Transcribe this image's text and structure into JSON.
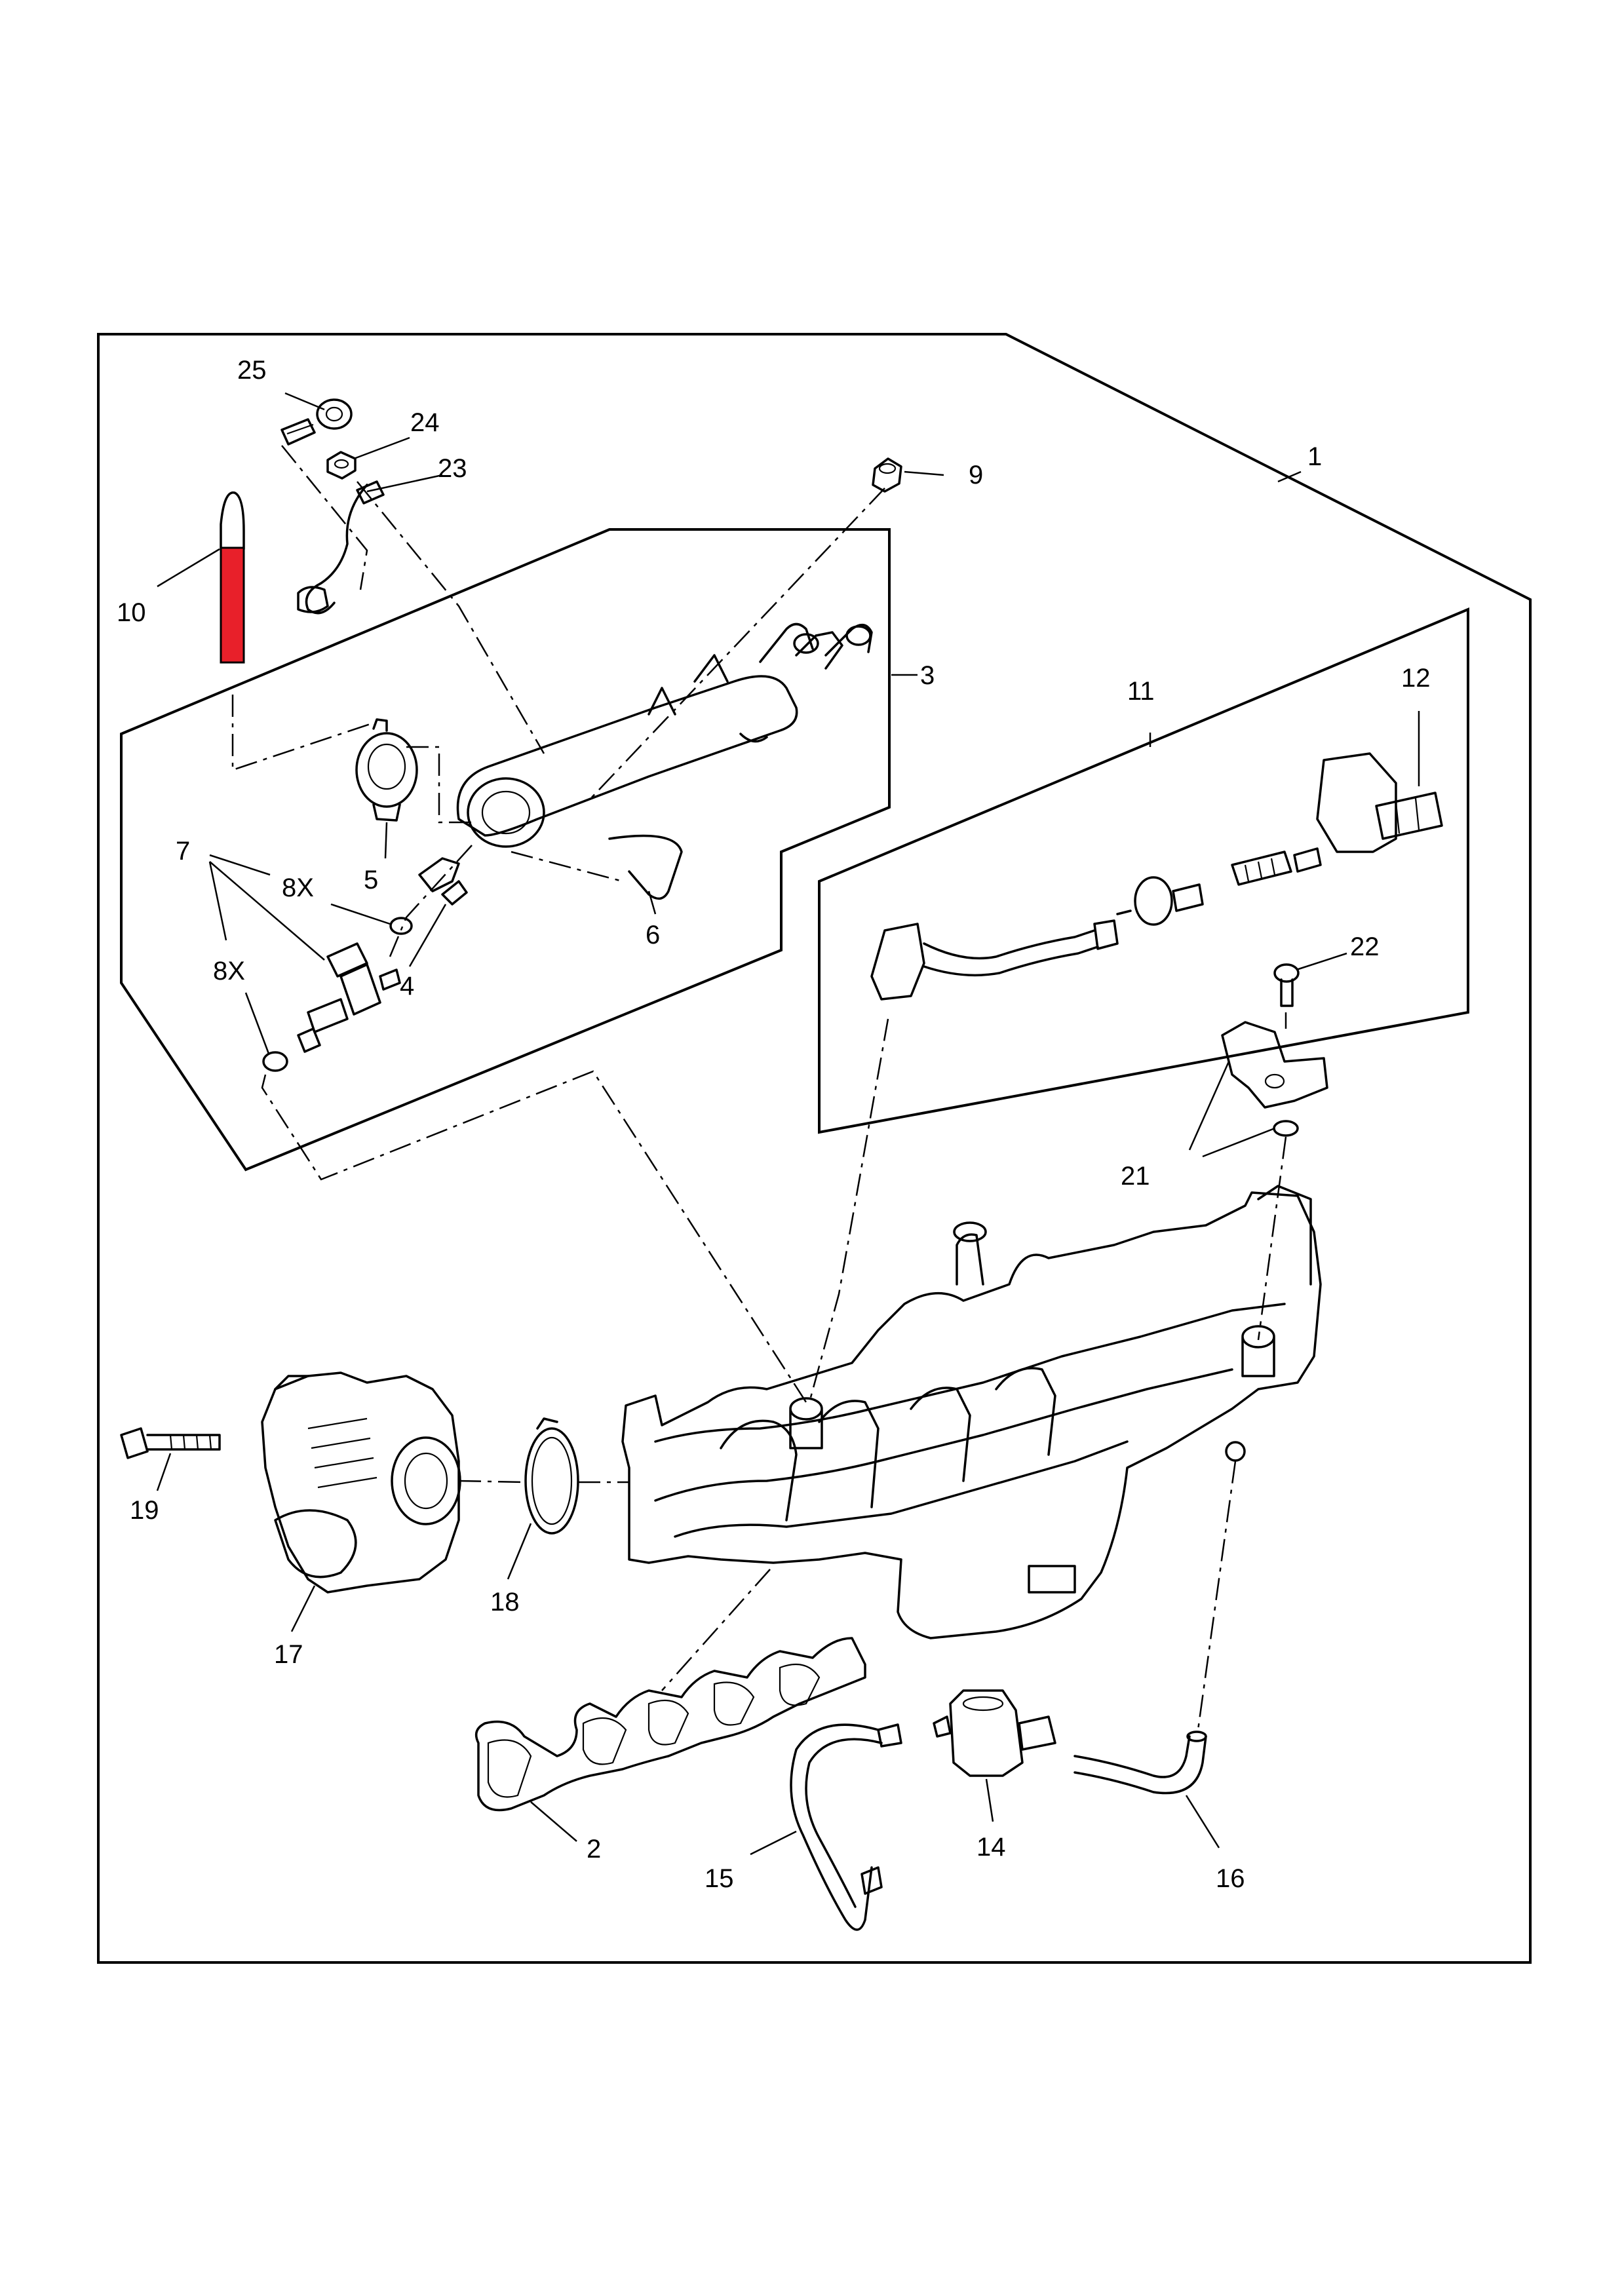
{
  "highlight_color": "#e8202a",
  "labels": {
    "l1": "1",
    "l2": "2",
    "l3": "3",
    "l4": "4",
    "l5": "5",
    "l6": "6",
    "l7": "7",
    "l8a": "8X",
    "l8b": "8X",
    "l9": "9",
    "l10": "10",
    "l11": "11",
    "l12": "12",
    "l14": "14",
    "l15": "15",
    "l16": "16",
    "l17": "17",
    "l18": "18",
    "l19": "19",
    "l2x": "21",
    "l22": "22",
    "l23": "23",
    "l24": "24",
    "l25": "25"
  }
}
